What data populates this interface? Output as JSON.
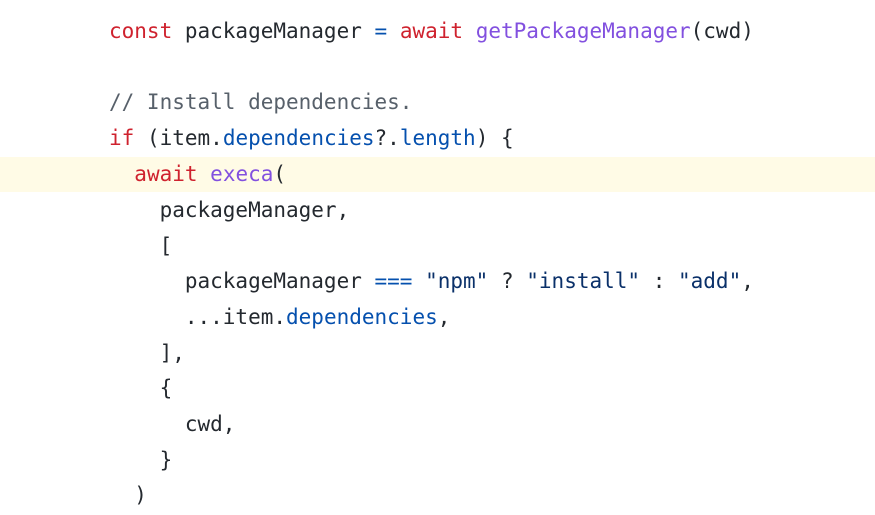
{
  "code": {
    "l1": [
      {
        "t": "const",
        "c": "kw"
      },
      {
        "t": " packageManager ",
        "c": "pl"
      },
      {
        "t": "=",
        "c": "op"
      },
      {
        "t": " ",
        "c": "pl"
      },
      {
        "t": "await",
        "c": "kw"
      },
      {
        "t": " ",
        "c": "pl"
      },
      {
        "t": "getPackageManager",
        "c": "fn"
      },
      {
        "t": "(cwd)",
        "c": "pl"
      }
    ],
    "l2": [
      {
        "t": "// Install dependencies.",
        "c": "cm"
      }
    ],
    "l3": [
      {
        "t": "if",
        "c": "kw"
      },
      {
        "t": " (item.",
        "c": "pl"
      },
      {
        "t": "dependencies",
        "c": "prop"
      },
      {
        "t": "?.",
        "c": "pl"
      },
      {
        "t": "length",
        "c": "prop"
      },
      {
        "t": ") {",
        "c": "pl"
      }
    ],
    "l4": [
      {
        "t": "  ",
        "c": "pl"
      },
      {
        "t": "await",
        "c": "kw"
      },
      {
        "t": " ",
        "c": "pl"
      },
      {
        "t": "execa",
        "c": "fn"
      },
      {
        "t": "(",
        "c": "pl"
      }
    ],
    "l5": [
      {
        "t": "    packageManager,",
        "c": "pl"
      }
    ],
    "l6": [
      {
        "t": "    [",
        "c": "pl"
      }
    ],
    "l7": [
      {
        "t": "      packageManager ",
        "c": "pl"
      },
      {
        "t": "===",
        "c": "op"
      },
      {
        "t": " ",
        "c": "pl"
      },
      {
        "t": "\"npm\"",
        "c": "str"
      },
      {
        "t": " ? ",
        "c": "pl"
      },
      {
        "t": "\"install\"",
        "c": "str"
      },
      {
        "t": " : ",
        "c": "pl"
      },
      {
        "t": "\"add\"",
        "c": "str"
      },
      {
        "t": ",",
        "c": "pl"
      }
    ],
    "l8": [
      {
        "t": "      ...item.",
        "c": "pl"
      },
      {
        "t": "dependencies",
        "c": "prop"
      },
      {
        "t": ",",
        "c": "pl"
      }
    ],
    "l9": [
      {
        "t": "    ],",
        "c": "pl"
      }
    ],
    "l10": [
      {
        "t": "    {",
        "c": "pl"
      }
    ],
    "l11": [
      {
        "t": "      cwd,",
        "c": "pl"
      }
    ],
    "l12": [
      {
        "t": "    }",
        "c": "pl"
      }
    ],
    "l13": [
      {
        "t": "  )",
        "c": "pl"
      }
    ]
  },
  "colors": {
    "keyword": "#cf222e",
    "function": "#8250df",
    "property": "#0550ae",
    "string": "#0a3069",
    "comment": "#57606a",
    "highlight": "#fffbe6"
  }
}
